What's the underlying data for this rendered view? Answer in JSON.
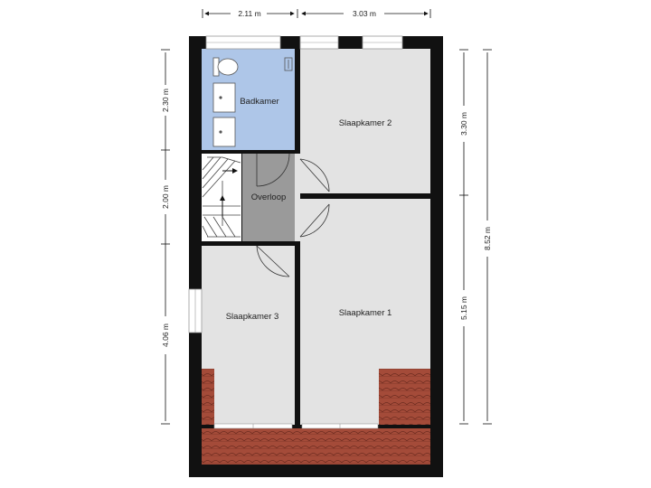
{
  "rooms": {
    "badkamer": "Badkamer",
    "slaapkamer_2": "Slaapkamer 2",
    "overloop": "Overloop",
    "slaapkamer_3": "Slaapkamer 3",
    "slaapkamer_1": "Slaapkamer 1"
  },
  "dimensions": {
    "top_left": "2.11 m",
    "top_right": "3.03 m",
    "left_upper": "2.30 m",
    "left_middle": "2.00 m",
    "left_lower": "4.06 m",
    "right_upper": "3.30 m",
    "right_lower": "5.15 m",
    "right_total": "8.52 m"
  },
  "colors": {
    "room_fill": "#e3e3e3",
    "bathroom_fill": "#aec6e8",
    "landing_fill": "#9a9a9a",
    "wall": "#111111",
    "roof_tiles": "#a44b39"
  }
}
